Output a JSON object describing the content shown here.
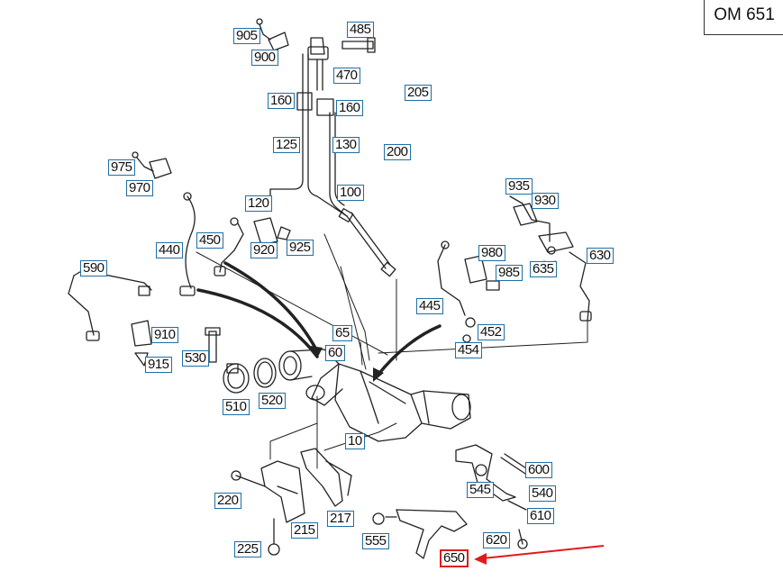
{
  "engine": "OM 651",
  "highlight_color": "#e01b1b",
  "callout_color": "#1f6fa5",
  "callouts": [
    {
      "id": "905"
    },
    {
      "id": "900"
    },
    {
      "id": "485"
    },
    {
      "id": "470"
    },
    {
      "id": "160a",
      "label": "160"
    },
    {
      "id": "160b",
      "label": "160"
    },
    {
      "id": "205"
    },
    {
      "id": "200"
    },
    {
      "id": "125"
    },
    {
      "id": "130"
    },
    {
      "id": "975"
    },
    {
      "id": "970"
    },
    {
      "id": "120"
    },
    {
      "id": "100"
    },
    {
      "id": "935"
    },
    {
      "id": "930"
    },
    {
      "id": "440"
    },
    {
      "id": "450"
    },
    {
      "id": "920"
    },
    {
      "id": "925"
    },
    {
      "id": "980"
    },
    {
      "id": "630"
    },
    {
      "id": "985"
    },
    {
      "id": "635"
    },
    {
      "id": "590"
    },
    {
      "id": "445"
    },
    {
      "id": "65"
    },
    {
      "id": "452"
    },
    {
      "id": "910"
    },
    {
      "id": "60"
    },
    {
      "id": "454"
    },
    {
      "id": "530"
    },
    {
      "id": "915"
    },
    {
      "id": "520"
    },
    {
      "id": "510"
    },
    {
      "id": "10"
    },
    {
      "id": "600"
    },
    {
      "id": "545"
    },
    {
      "id": "540"
    },
    {
      "id": "220"
    },
    {
      "id": "610"
    },
    {
      "id": "215"
    },
    {
      "id": "217"
    },
    {
      "id": "555"
    },
    {
      "id": "620"
    },
    {
      "id": "225"
    },
    {
      "id": "650",
      "label": "650",
      "highlight": true
    }
  ]
}
